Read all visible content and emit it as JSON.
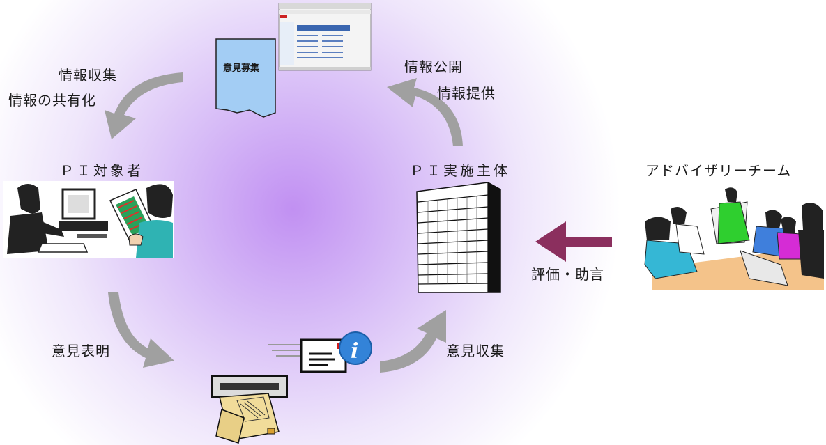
{
  "labels": {
    "info_collect": "情報収集",
    "info_share": "情報の共有化",
    "info_disclose": "情報公開",
    "info_provide": "情報提供",
    "pi_target": "ＰＩ対象者",
    "pi_entity": "ＰＩ実施主体",
    "advisory_team": "アドバイザリーチーム",
    "evaluation_advice": "評価・助言",
    "opinion_express": "意見表明",
    "opinion_collect": "意見収集",
    "opinion_recruit": "意見募集"
  },
  "colors": {
    "background_glow": "#c9a2f4",
    "cycle_arrow": "#9e9e9e",
    "advice_arrow": "#8b2f5e",
    "document": "#9dc8f2",
    "building": "#ffffff",
    "info_icon": "#2f7fd8"
  },
  "icons": [
    "browser-screenshot-icon",
    "document-icon",
    "computer-user-icon",
    "office-building-icon",
    "meeting-team-icon",
    "email-icon",
    "info-icon",
    "mailbox-icon"
  ]
}
